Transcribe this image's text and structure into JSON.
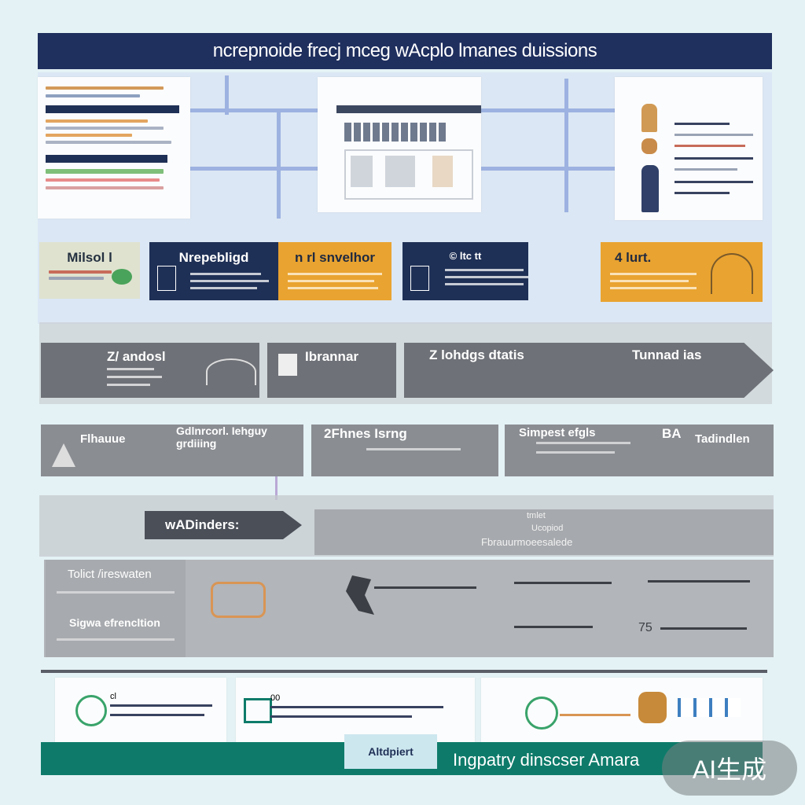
{
  "header": {
    "title": "ncrepnoide frecj mceg wAcplo lmanes duissions"
  },
  "row2": {
    "box1": "Milsol l",
    "box2": "Nrepebligd",
    "box3": "n rl snvelhor",
    "box4": "© ltc tt",
    "box5": "4 lurt."
  },
  "row3": {
    "box1": "Z/ andosl",
    "box2": "Ibrannar",
    "box3": "Z lohdgs dtatis",
    "box4": "Tunnad ias"
  },
  "row4": {
    "box1_title": "Flhauue",
    "box1_sub": "Gdlnrcorl. Iehguy grdiiing",
    "box2": "2Fhnes Isrng",
    "box3": "Simpest efgls",
    "box4_left": "BA",
    "box4_right": "Tadindlen"
  },
  "row5": {
    "arrow_label": "wADinders:",
    "center_line1": "tmlet",
    "center_line2": "Ucopiod",
    "center_line3": "Fbrauurmoeesalede"
  },
  "row6": {
    "left_title": "Tolict /ireswaten",
    "left_sub": "Sigwa efrencltion",
    "item4_prefix": "75"
  },
  "footer": {
    "title": "Ingpatry dinscser Amara",
    "chip": "Altdpiert",
    "card1_num": "cl",
    "card2_num": "00"
  },
  "badge": {
    "text": "AI生成"
  },
  "colors": {
    "navy": "#1f3056",
    "orange": "#e9a330",
    "green": "#0e7b6a",
    "gray": "#6e7177"
  }
}
